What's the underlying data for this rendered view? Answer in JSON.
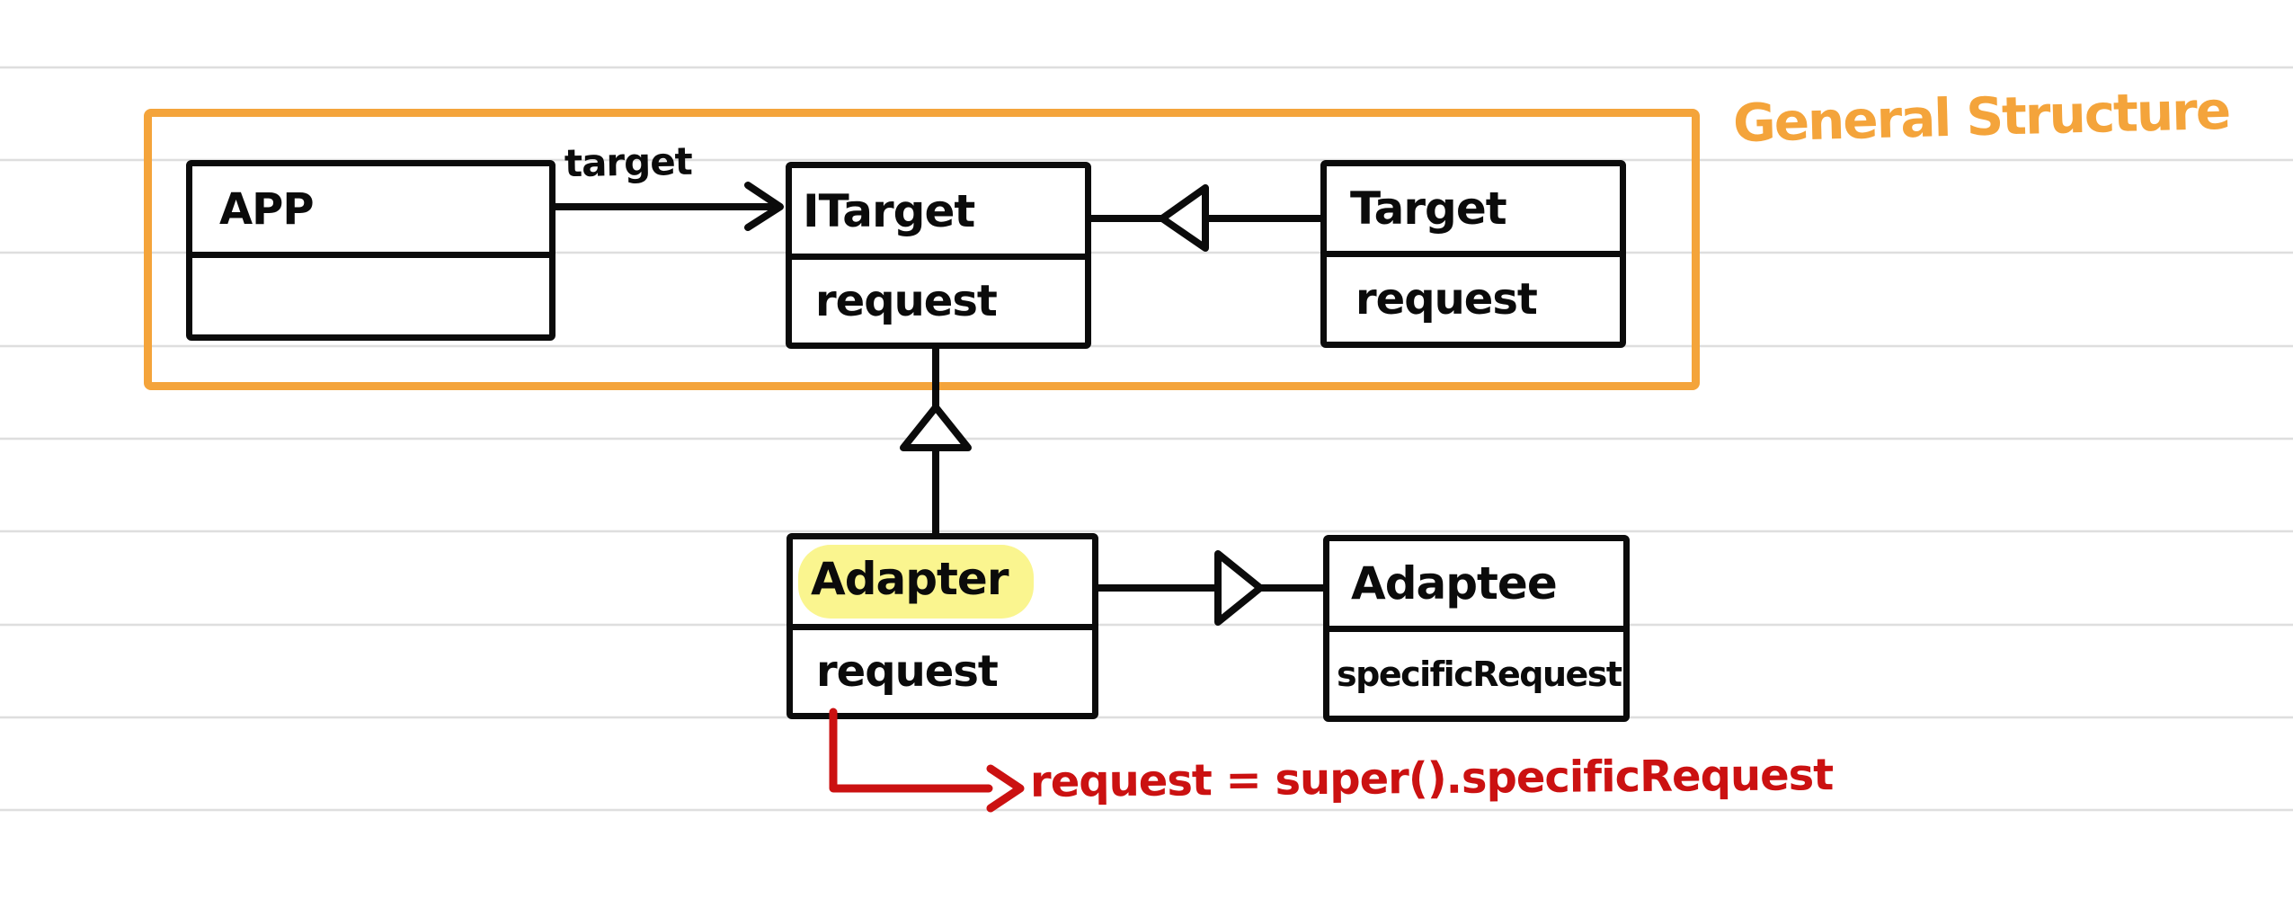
{
  "frame": {
    "label": "General Structure",
    "color": "#F4A43B"
  },
  "classes": {
    "app": {
      "title": "APP",
      "member": ""
    },
    "itarget": {
      "title": "ITarget",
      "member": "request"
    },
    "target": {
      "title": "Target",
      "member": "request"
    },
    "adapter": {
      "title": "Adapter",
      "member": "request",
      "highlight_color": "#FAF58F"
    },
    "adaptee": {
      "title": "Adaptee",
      "member": "specificRequest"
    }
  },
  "labels": {
    "app_to_itarget": "target"
  },
  "annotation": {
    "text": "request = super().specificRequest",
    "color": "#CB1111"
  },
  "ink_colors": {
    "black": "#0b0b0b",
    "orange": "#F4A43B",
    "red": "#CB1111",
    "ruled_line": "#dedede",
    "highlight": "#FAF58F"
  }
}
